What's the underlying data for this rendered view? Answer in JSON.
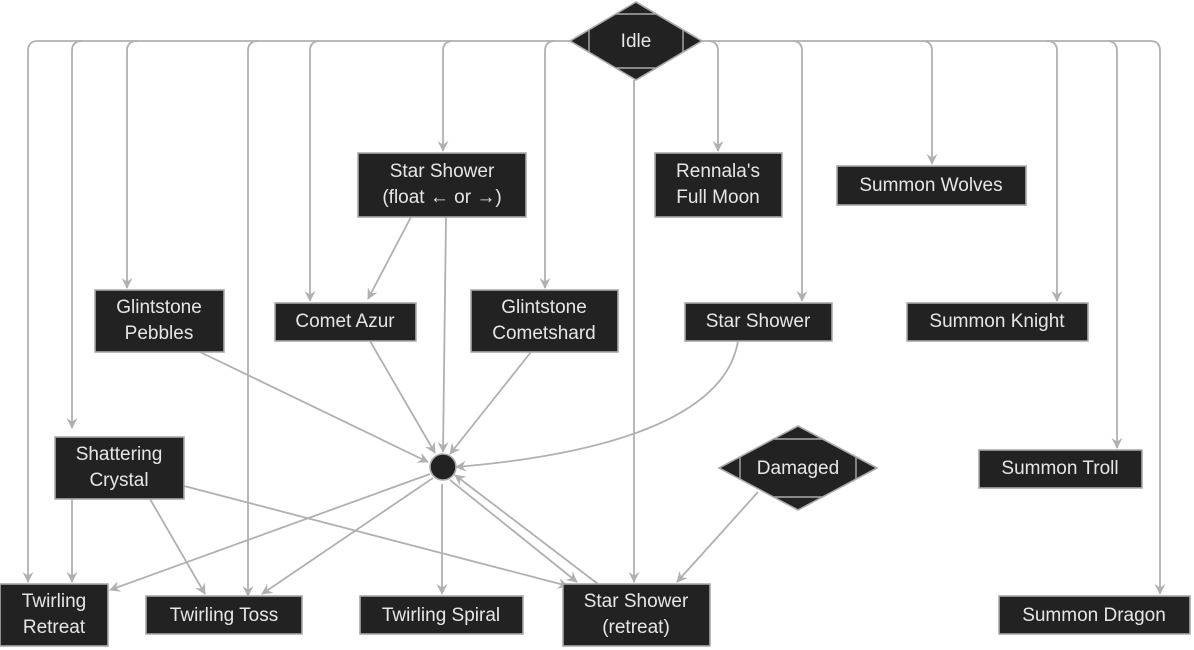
{
  "nodes": {
    "idle": {
      "label": [
        "Idle"
      ]
    },
    "star_shower_float": {
      "label": [
        "Star Shower",
        "(float ← or →)"
      ]
    },
    "rennalas_full_moon": {
      "label": [
        "Rennala's",
        "Full Moon"
      ]
    },
    "summon_wolves": {
      "label": [
        "Summon Wolves"
      ]
    },
    "glintstone_pebbles": {
      "label": [
        "Glintstone",
        "Pebbles"
      ]
    },
    "comet_azur": {
      "label": [
        "Comet Azur"
      ]
    },
    "glintstone_cometshard": {
      "label": [
        "Glintstone",
        "Cometshard"
      ]
    },
    "star_shower": {
      "label": [
        "Star Shower"
      ]
    },
    "summon_knight": {
      "label": [
        "Summon Knight"
      ]
    },
    "shattering_crystal": {
      "label": [
        "Shattering",
        "Crystal"
      ]
    },
    "damaged": {
      "label": [
        "Damaged"
      ]
    },
    "summon_troll": {
      "label": [
        "Summon Troll"
      ]
    },
    "twirling_retreat": {
      "label": [
        "Twirling",
        "Retreat"
      ]
    },
    "twirling_toss": {
      "label": [
        "Twirling Toss"
      ]
    },
    "twirling_spiral": {
      "label": [
        "Twirling Spiral"
      ]
    },
    "star_shower_retreat": {
      "label": [
        "Star Shower",
        "(retreat)"
      ]
    },
    "summon_dragon": {
      "label": [
        "Summon Dragon"
      ]
    }
  },
  "colors": {
    "node_fill": "#222222",
    "node_stroke": "#aaaaaa",
    "edge": "#b0b0b0",
    "label": "#e6e6e6"
  }
}
